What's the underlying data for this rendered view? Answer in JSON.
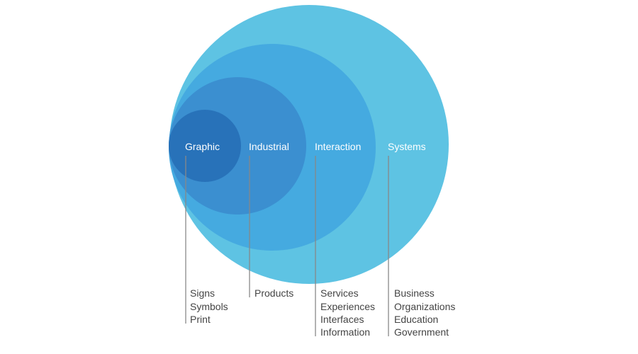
{
  "disciplines": [
    {
      "label": "Graphic",
      "color": "#2872b9",
      "items": [
        "Signs",
        "Symbols",
        "Print"
      ]
    },
    {
      "label": "Industrial",
      "color": "#3b8fd0",
      "items": [
        "Products"
      ]
    },
    {
      "label": "Interaction",
      "color": "#45aae0",
      "items": [
        "Services",
        "Experiences",
        "Interfaces",
        "Information"
      ]
    },
    {
      "label": "Systems",
      "color": "#5ec3e3",
      "items": [
        "Business",
        "Organizations",
        "Education",
        "Government"
      ]
    }
  ]
}
